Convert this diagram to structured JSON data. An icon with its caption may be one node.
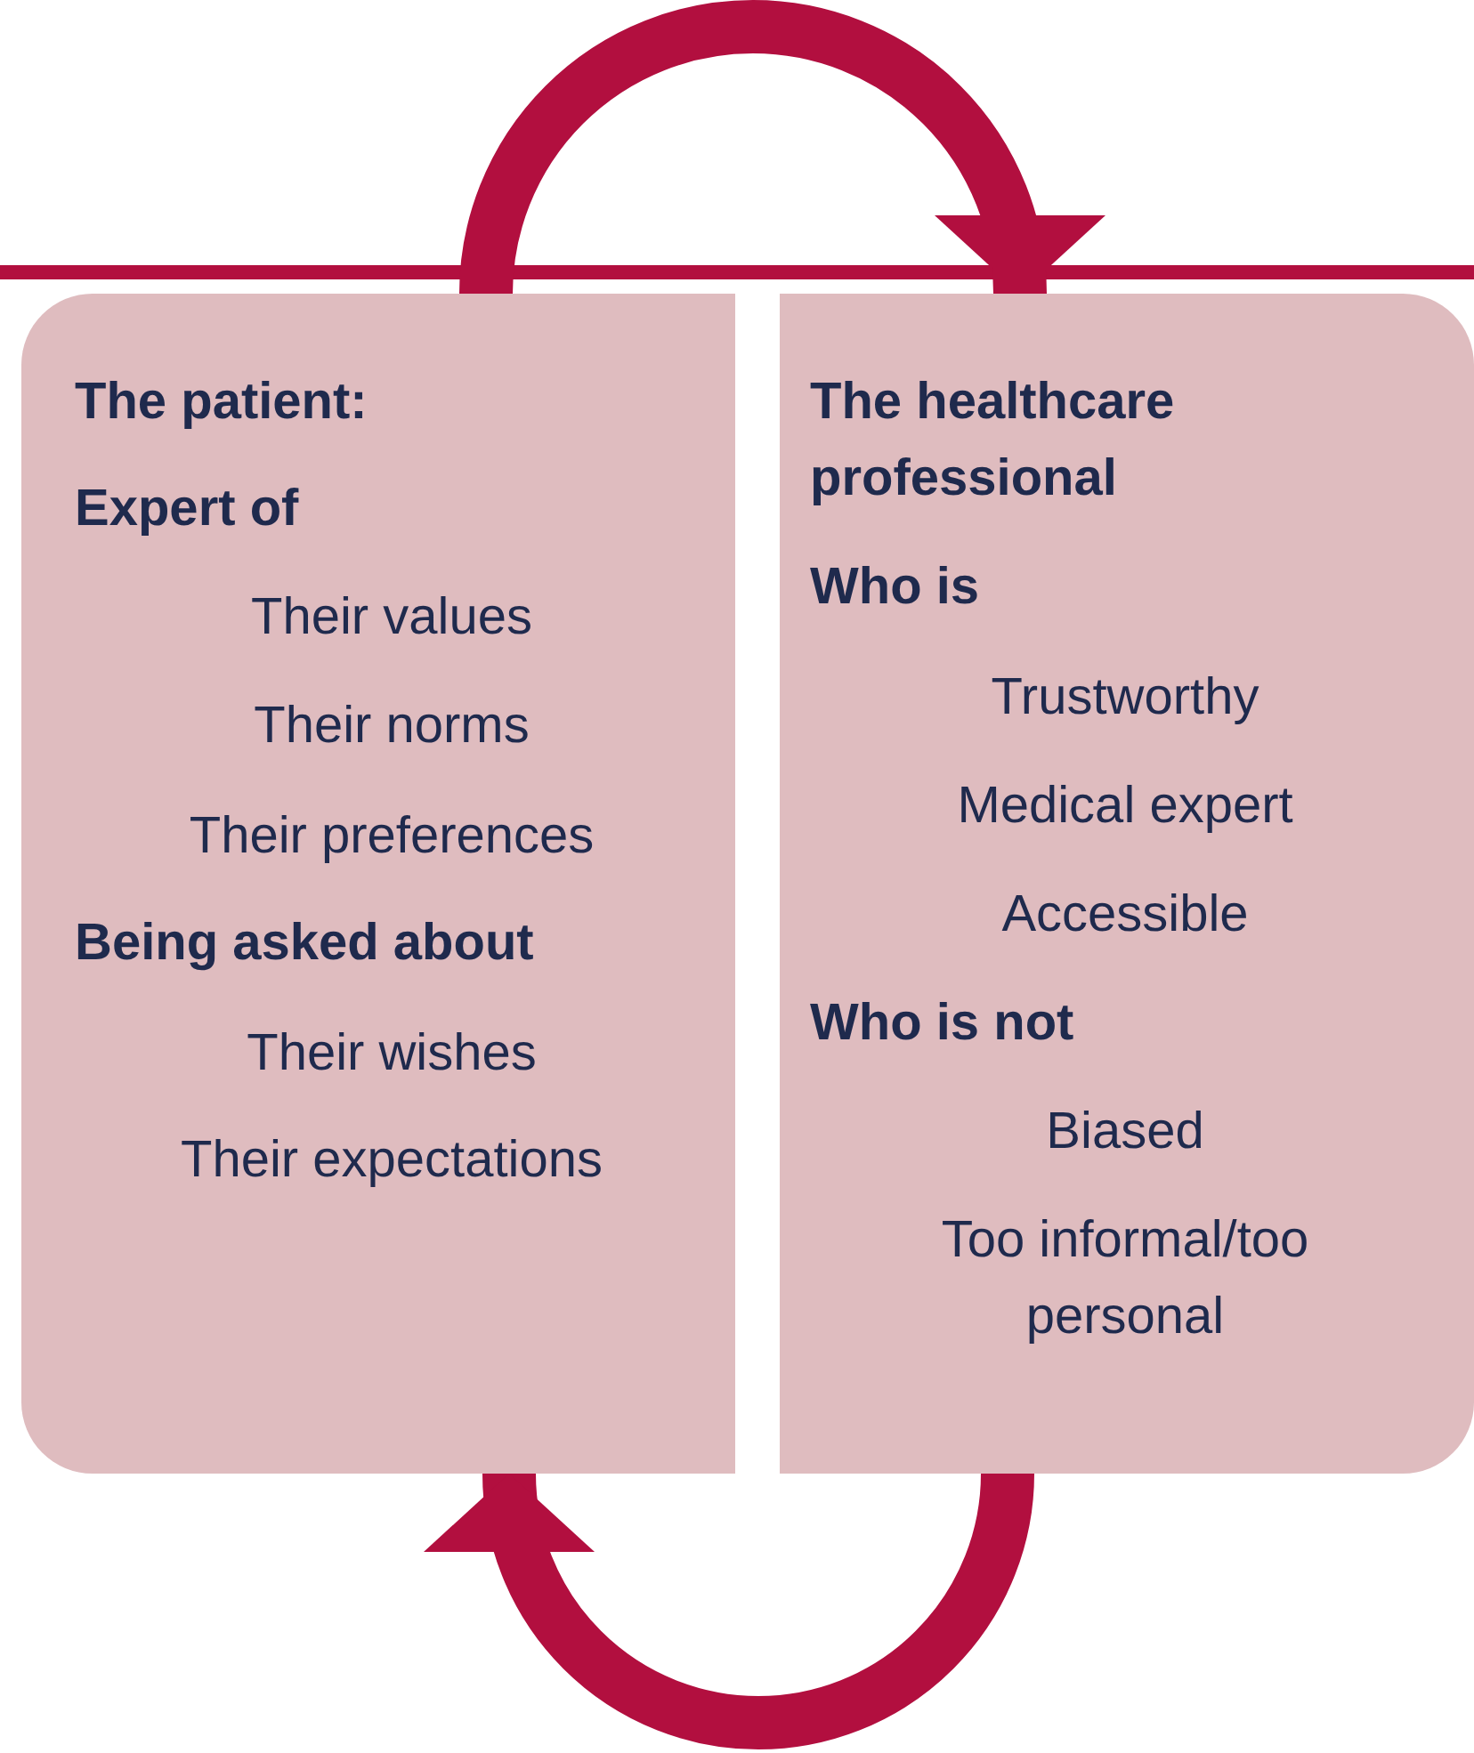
{
  "diagram": {
    "nodes": [
      {
        "text": [
          "The patient:",
          "Expert of",
          "Their values",
          "Their norms",
          "Their preferences",
          "Being asked about",
          "Their wishes",
          "Their expectations"
        ]
      },
      {
        "text": [
          "The healthcare professional",
          "Who is",
          "Trustworthy",
          "Medical expert",
          "Accessible",
          "Who is not",
          "Biased",
          "Too informal/too personal"
        ]
      }
    ],
    "edges": [
      {
        "from": 0,
        "to": 1,
        "arrow": "to"
      },
      {
        "from": 1,
        "to": 0,
        "arrow": "to"
      }
    ]
  }
}
